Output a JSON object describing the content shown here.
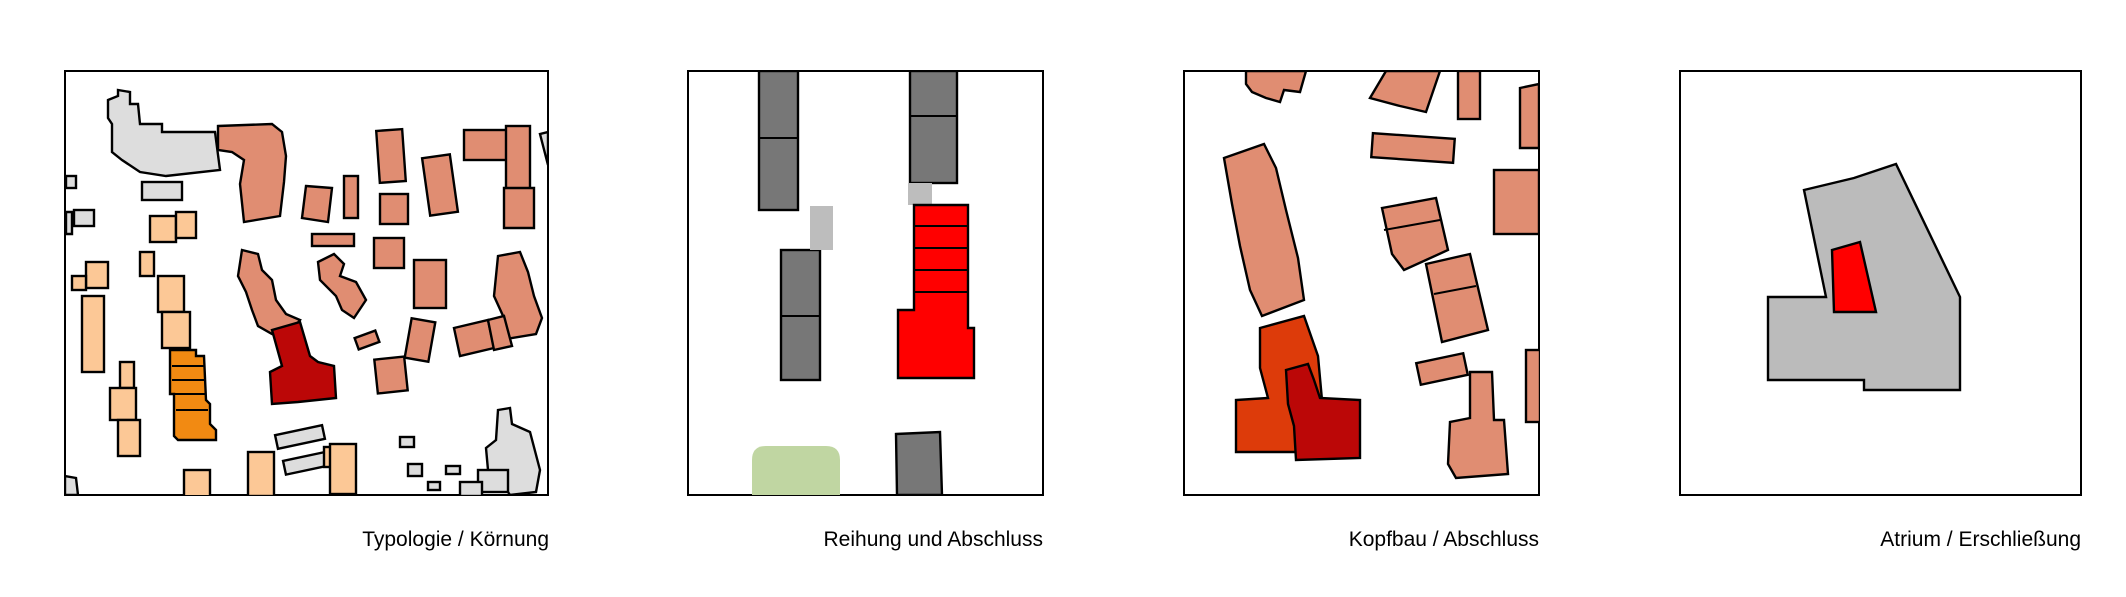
{
  "panels": [
    {
      "caption": "Typologie / Körnung",
      "buildings": [
        {
          "kind": "existing",
          "color": "#dddddd"
        },
        {
          "kind": "row-housing",
          "color": "#e08d72"
        },
        {
          "kind": "small-lots",
          "color": "#fcc896"
        },
        {
          "kind": "proposed-row",
          "color": "#f28a12"
        },
        {
          "kind": "proposed-head",
          "color": "#bb0707"
        }
      ]
    },
    {
      "caption": "Reihung und Abschluss",
      "buildings": [
        {
          "kind": "row-blocks",
          "color": "#777777"
        },
        {
          "kind": "proposed-row",
          "color": "#ff0000"
        },
        {
          "kind": "connector",
          "color": "#bdbdbd"
        },
        {
          "kind": "green-space",
          "color": "#c0d6a2"
        }
      ]
    },
    {
      "caption": "Kopfbau / Abschluss",
      "buildings": [
        {
          "kind": "context",
          "color": "#e08d72"
        },
        {
          "kind": "head-building",
          "color": "#dd3b0a"
        },
        {
          "kind": "head-building-core",
          "color": "#bb0707"
        }
      ]
    },
    {
      "caption": "Atrium / Erschließung",
      "buildings": [
        {
          "kind": "building-volume",
          "color": "#bbbbbb"
        },
        {
          "kind": "atrium",
          "color": "#ff0000"
        }
      ]
    }
  ]
}
